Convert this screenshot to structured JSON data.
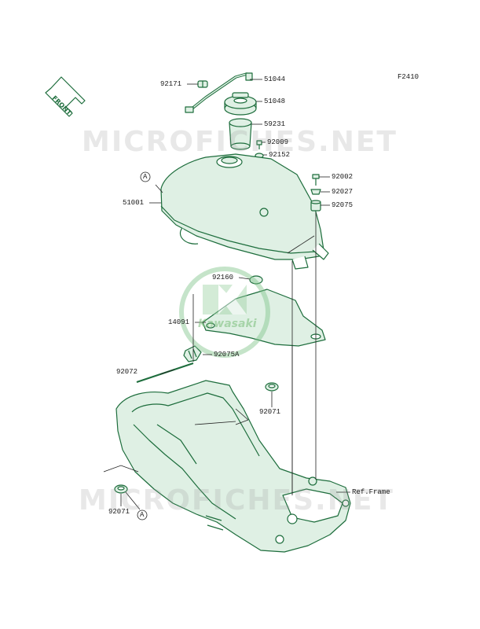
{
  "figure_code": "F2410",
  "direction_label": "FRONT",
  "watermark_text": "MICROFICHES.NET",
  "logo_text": "Kawasaki",
  "callout_A": "A",
  "colors": {
    "outline": "#1d6d3c",
    "fill": "#dff0e4",
    "leader": "#222222"
  },
  "parts": [
    {
      "key": "p92171",
      "number": "92171"
    },
    {
      "key": "p51044",
      "number": "51044"
    },
    {
      "key": "p51048",
      "number": "51048"
    },
    {
      "key": "p59231",
      "number": "59231"
    },
    {
      "key": "p92009",
      "number": "92009"
    },
    {
      "key": "p92152",
      "number": "92152"
    },
    {
      "key": "p92002",
      "number": "92002"
    },
    {
      "key": "p92027",
      "number": "92027"
    },
    {
      "key": "p92075",
      "number": "92075"
    },
    {
      "key": "p51001",
      "number": "51001"
    },
    {
      "key": "p92160",
      "number": "92160"
    },
    {
      "key": "p14091",
      "number": "14091"
    },
    {
      "key": "p92075A",
      "number": "92075A"
    },
    {
      "key": "p92072",
      "number": "92072"
    },
    {
      "key": "p92071a",
      "number": "92071"
    },
    {
      "key": "p92071b",
      "number": "92071"
    },
    {
      "key": "refFrame",
      "number": "Ref.Frame"
    }
  ]
}
